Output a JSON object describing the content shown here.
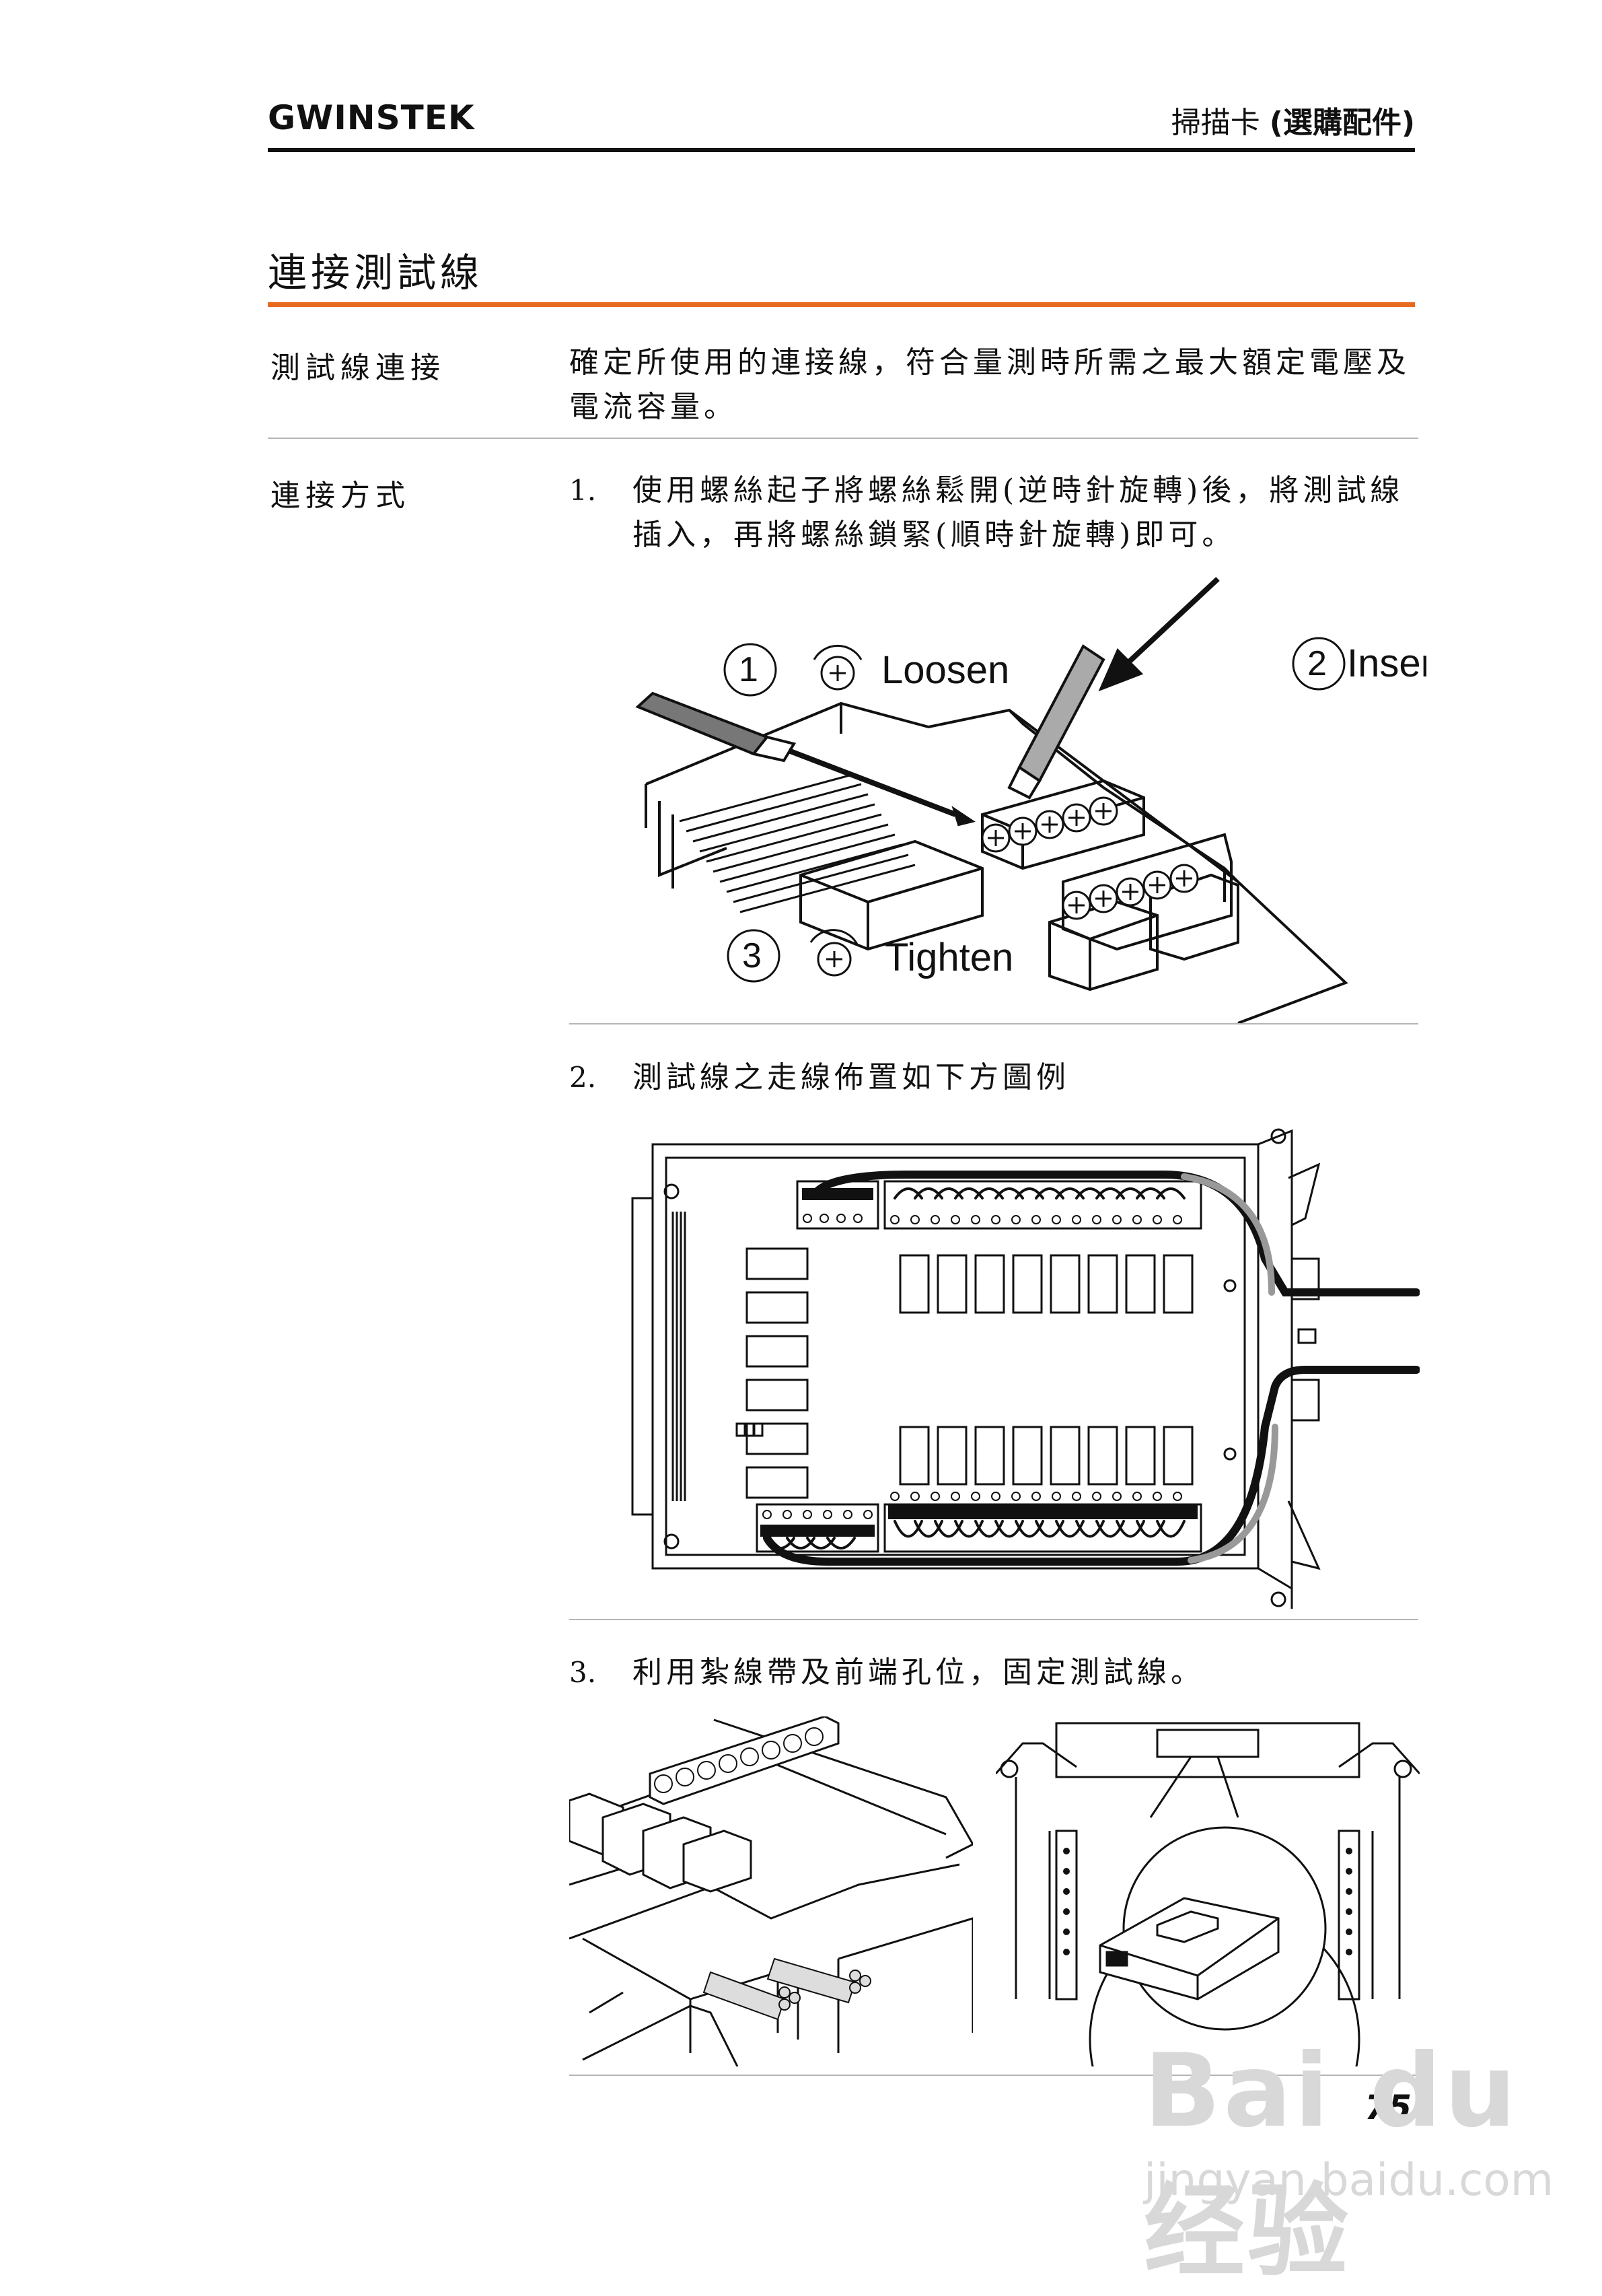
{
  "header": {
    "brand": "GWINSTEK",
    "right_text": "掃描卡 ",
    "right_paren": "(選購配件)"
  },
  "section": {
    "title": "連接測試線"
  },
  "rows": [
    {
      "label": "測試線連接",
      "text": "確定所使用的連接線，符合量測時所需之最大額定電壓及電流容量。"
    },
    {
      "label": "連接方式"
    }
  ],
  "steps": [
    {
      "num": "1.",
      "text": "使用螺絲起子將螺絲鬆開(逆時針旋轉)後，將測試線插入，再將螺絲鎖緊(順時針旋轉)即可。"
    },
    {
      "num": "2.",
      "text": "測試線之走線佈置如下方圖例"
    },
    {
      "num": "3.",
      "text": "利用紮線帶及前端孔位，固定測試線。"
    }
  ],
  "figure1": {
    "c1": "1",
    "loosen": "Loosen",
    "c2": "2",
    "insert": "Insert",
    "c3": "3",
    "tighten": "Tighten"
  },
  "footer": {
    "page_number": "75"
  },
  "watermark": {
    "main": "Bai du 经验",
    "url": "jingyan.baidu.com"
  }
}
